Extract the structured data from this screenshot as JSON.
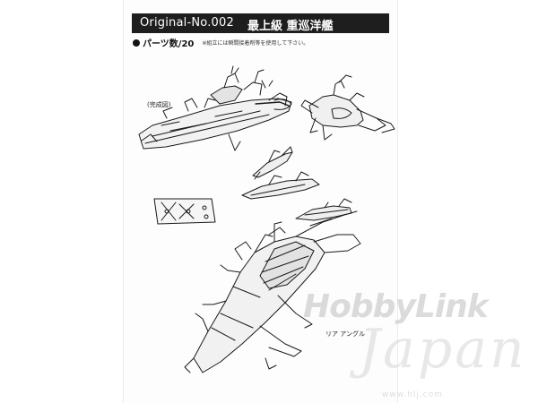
{
  "header": {
    "number": "Original-No.002",
    "title": "最上級 重巡洋艦"
  },
  "parts": {
    "label": "パーツ数/20",
    "note": "※組立には瞬間接着剤等を使用して下さい。"
  },
  "labels": {
    "complete_view": "(完成図)",
    "rear_angle": "リア アングル"
  },
  "watermark": {
    "line1": "HobbyLink",
    "line2": "Japan",
    "line3": "www.hlj.com"
  },
  "colors": {
    "header_bg": "#1e1e1e",
    "header_text": "#ffffff",
    "ink": "#111111"
  }
}
